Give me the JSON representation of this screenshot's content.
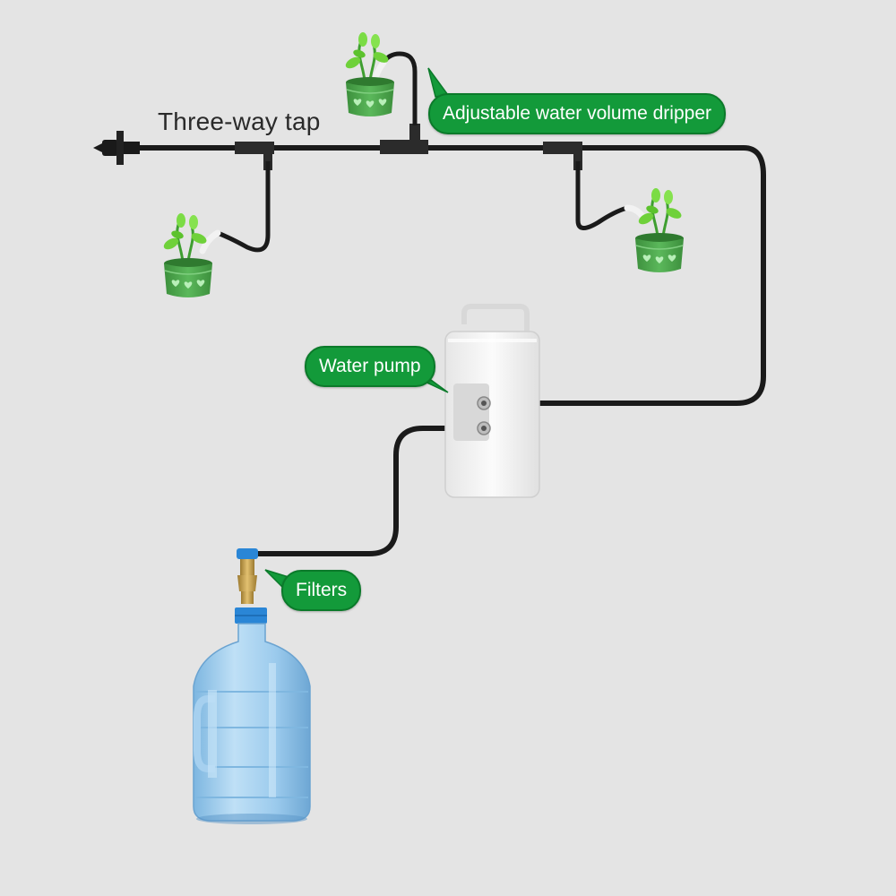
{
  "labels": {
    "three_way_tap": "Three-way tap",
    "dripper": "Adjustable water volume dripper",
    "pump": "Water pump",
    "filters": "Filters"
  },
  "colors": {
    "background": "#e4e4e4",
    "callout_green": "#139a3a",
    "tube": "#1a1a1a",
    "pot_green": "#4aa84a",
    "pump_body": "#f4f4f4",
    "bottle_blue": "#8fc3e8",
    "bottle_cap": "#2a86d6",
    "filter_brass": "#c8a048"
  }
}
